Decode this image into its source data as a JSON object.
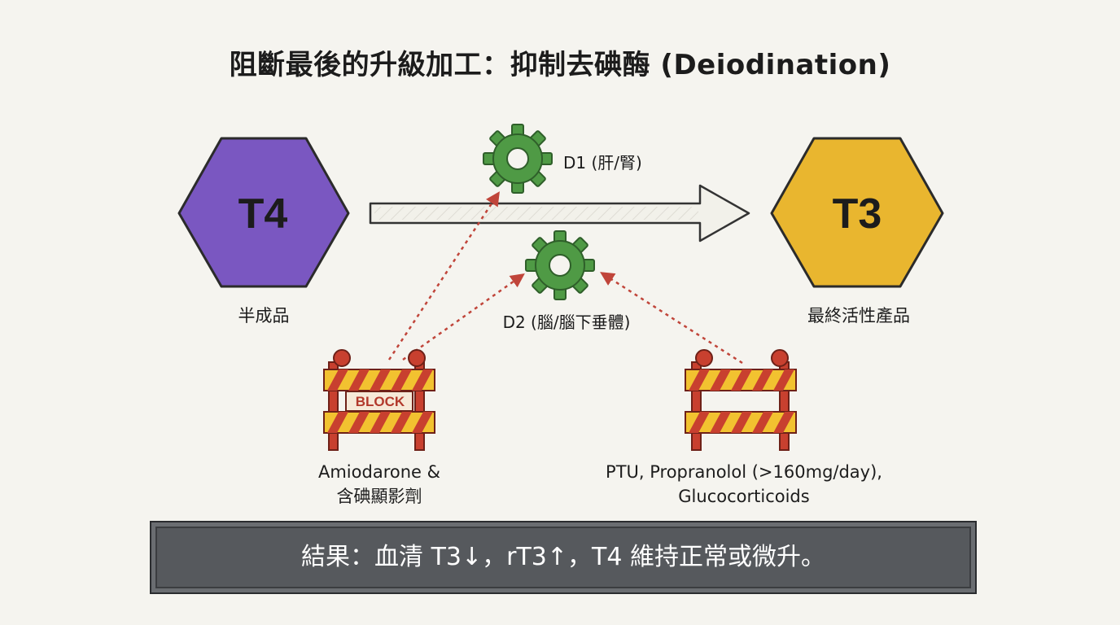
{
  "title": "阻斷最後的升級加工：抑制去碘酶 (Deiodination)",
  "source": {
    "label": "T4",
    "caption": "半成品",
    "color": "#7a57c1"
  },
  "product": {
    "label": "T3",
    "caption": "最終活性產品",
    "color": "#e9b62f"
  },
  "enzymes": {
    "d1": {
      "label": "D1 (肝/腎)",
      "color": "#4f9a45"
    },
    "d2": {
      "label": "D2 (腦/腦下垂體)",
      "color": "#4f9a45"
    }
  },
  "blockers": {
    "left": {
      "sign": "BLOCK",
      "label_line1": "Amiodarone &",
      "label_line2": "含碘顯影劑"
    },
    "right": {
      "label_line1": "PTU, Propranolol (>160mg/day),",
      "label_line2": "Glucocorticoids"
    }
  },
  "colors": {
    "barrier_red": "#c8402f",
    "barrier_yellow": "#f2c230",
    "inhibit_line": "#c0453a"
  },
  "result": "結果：血清 T3↓，rT3↑，T4 維持正常或微升。"
}
